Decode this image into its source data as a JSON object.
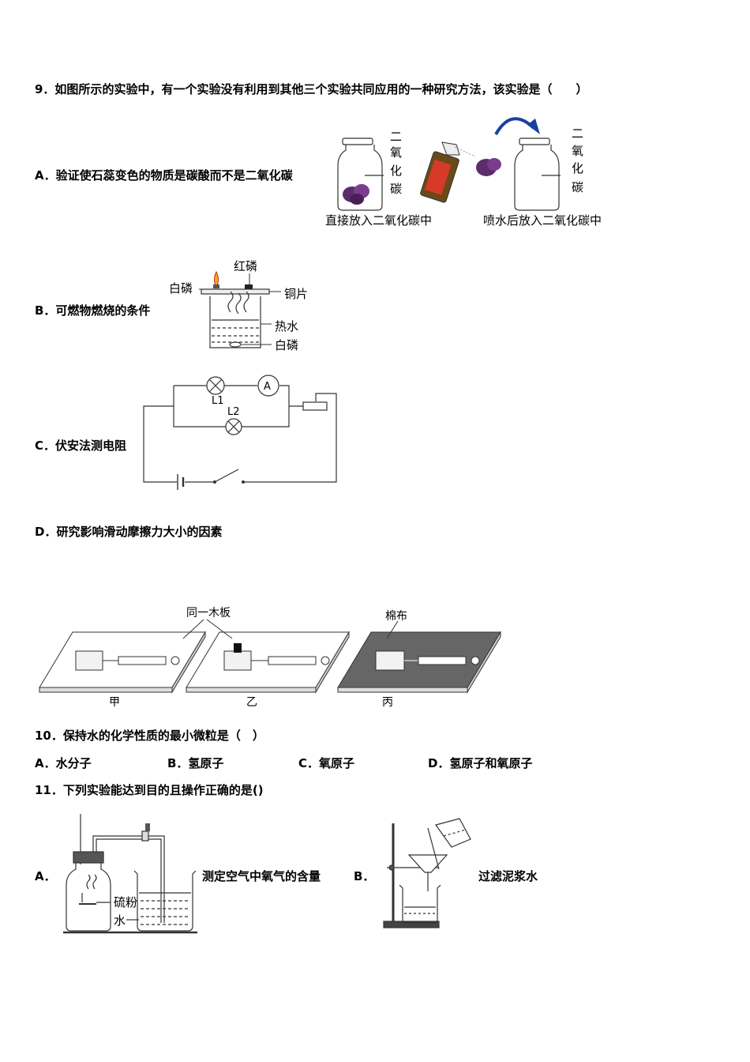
{
  "q9": {
    "stem": "9．如图所示的实验中，有一个实验没有利用到其他三个实验共同应用的一种研究方法，该实验是（　　）",
    "A": "A．验证使石蕊变色的物质是碳酸而不是二氧化碳",
    "B": "B．可燃物燃烧的条件",
    "C": "C．伏安法测电阻",
    "D": "D．研究影响滑动摩擦力大小的因素",
    "figA": {
      "jar_label_chars": [
        "二",
        "氧",
        "化",
        "碳"
      ],
      "caption_left": "直接放入二氧化碳中",
      "caption_right": "喷水后放入二氧化碳中"
    },
    "figB": {
      "red_p": "红磷",
      "white_p_top": "白磷",
      "copper": "铜片",
      "hot_water": "热水",
      "white_p_bottom": "白磷"
    },
    "figC": {
      "l1": "L1",
      "l2": "L2",
      "ammeter": "A"
    },
    "figD": {
      "same_board": "同一木板",
      "cotton": "棉布",
      "jia": "甲",
      "yi": "乙",
      "bing": "丙"
    }
  },
  "q10": {
    "stem": "10．保持水的化学性质的最小微粒是（　）",
    "A": "A．水分子",
    "B": "B．氢原子",
    "C": "C．氧原子",
    "D": "D．氢原子和氧原子"
  },
  "q11": {
    "stem": "11．下列实验能达到目的且操作正确的是()",
    "A_letter": "A．",
    "A_text": "测定空气中氧气的含量",
    "B_letter": "B．",
    "B_text": "过滤泥浆水",
    "figA": {
      "sulfur": "硫粉",
      "water": "水"
    }
  }
}
